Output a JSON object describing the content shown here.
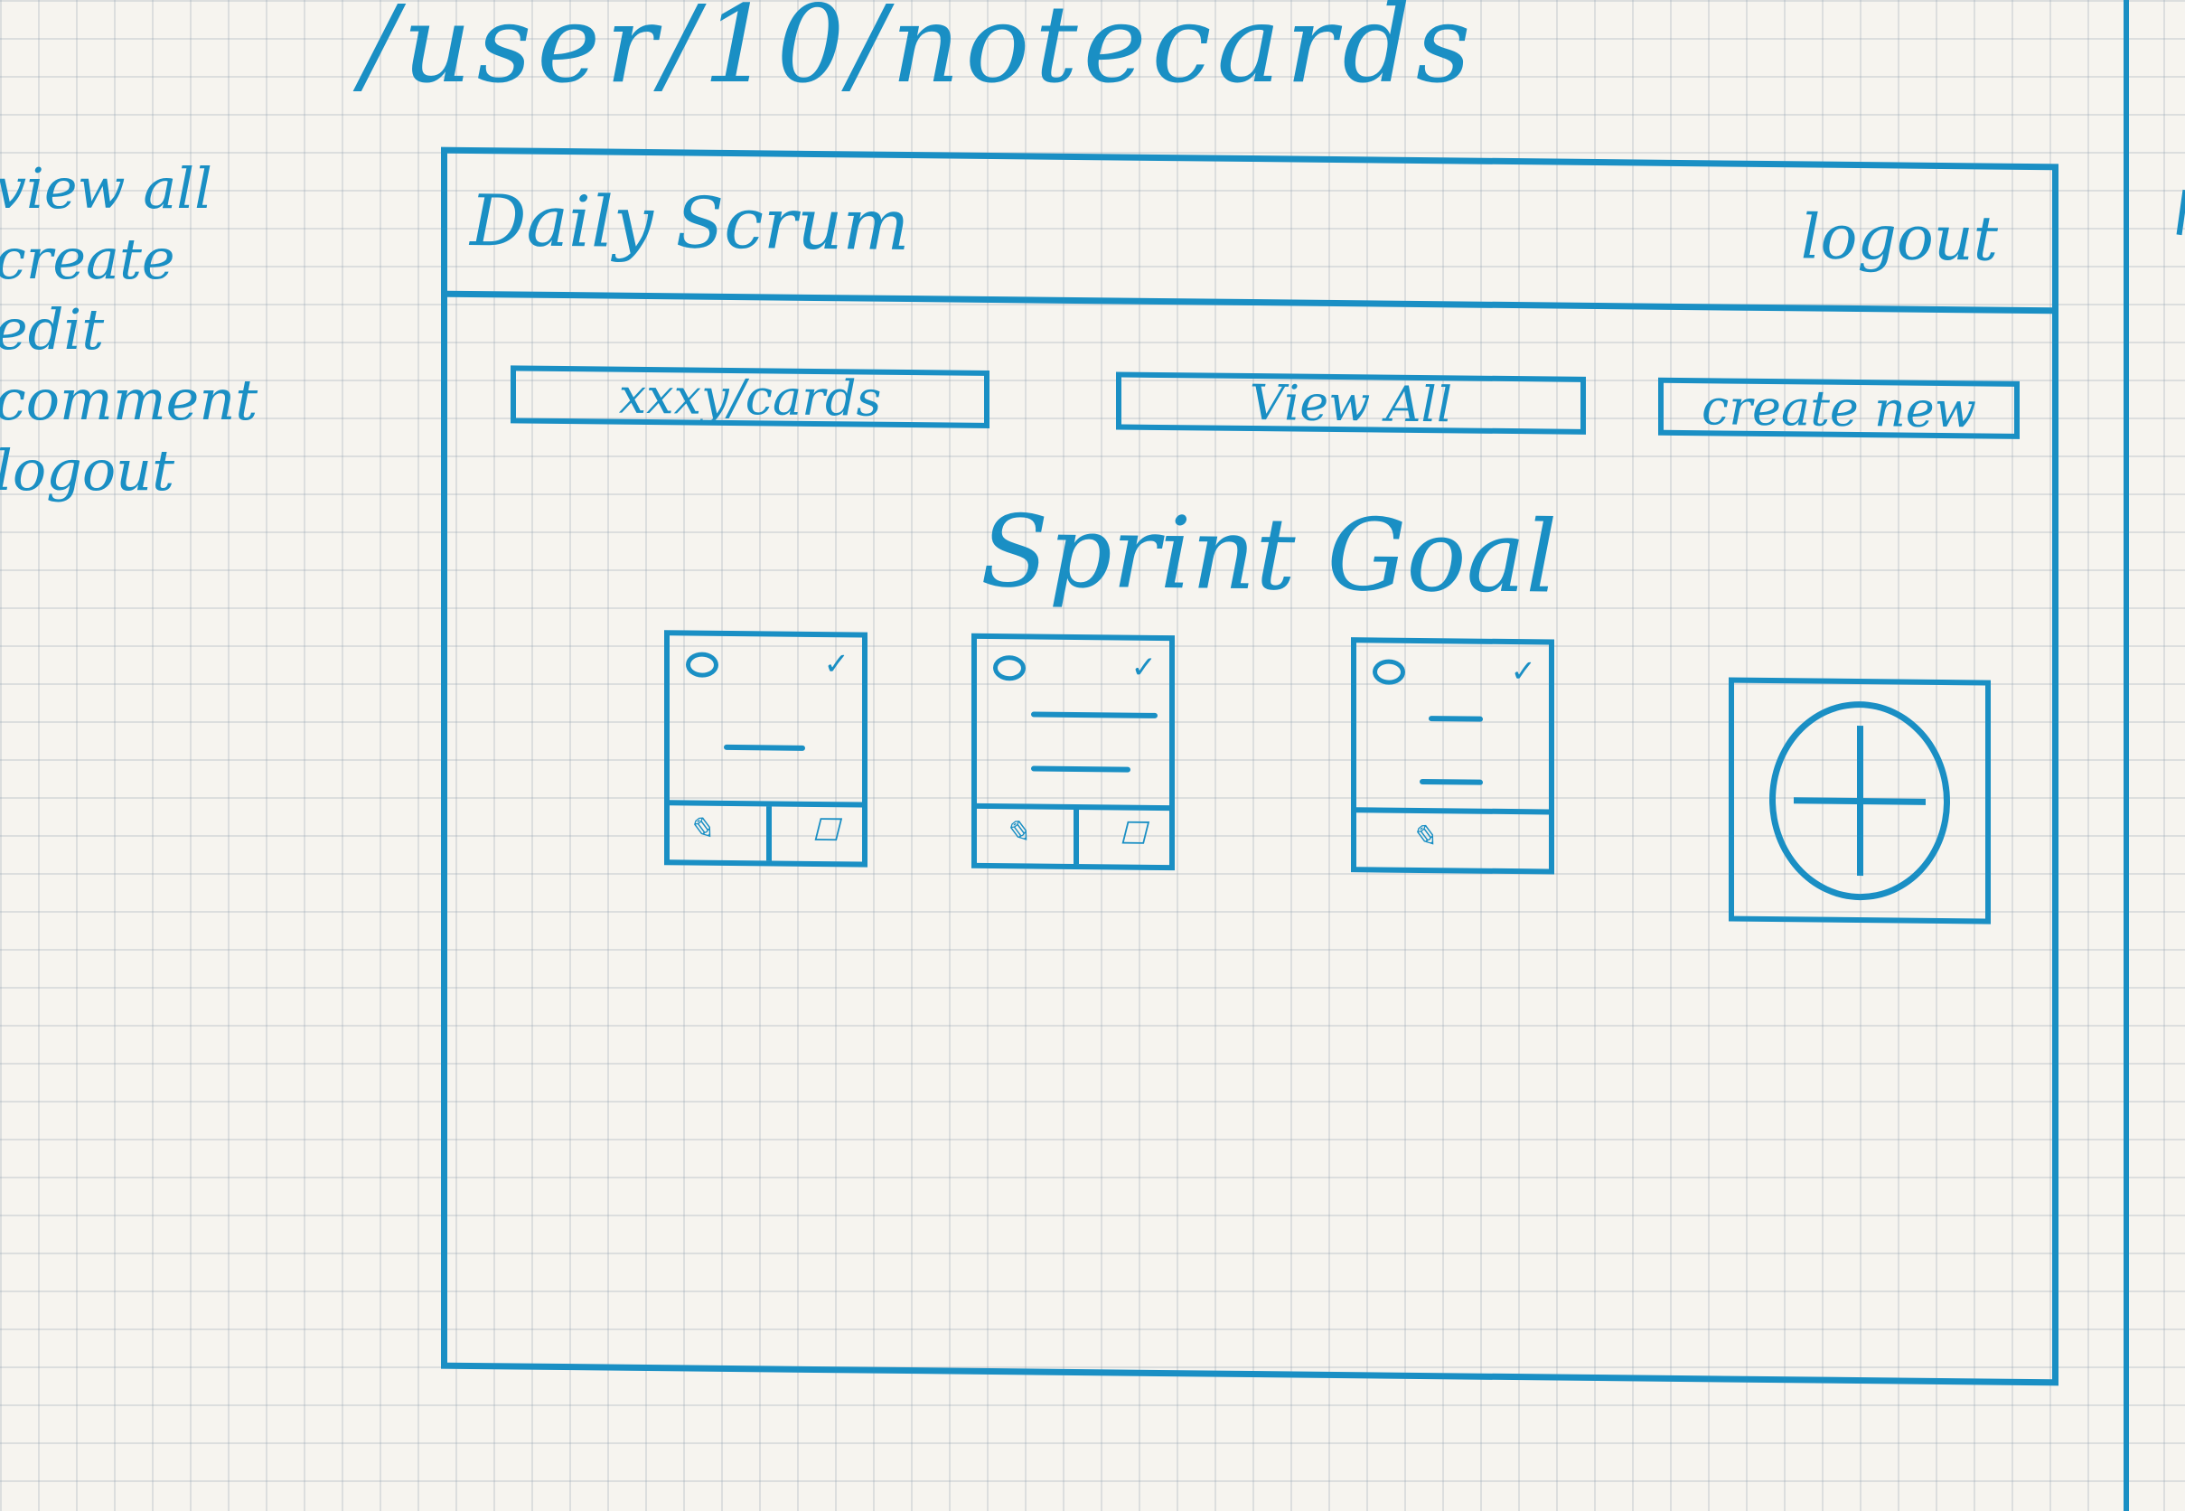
{
  "page": {
    "route": "/user/10/notecards"
  },
  "notes": {
    "items": [
      "view all",
      "create",
      "edit",
      "comment",
      "logout"
    ]
  },
  "app": {
    "title": "Daily Scrum",
    "logout_label": "logout"
  },
  "nav": {
    "my_cards_label": "xxxy/cards",
    "view_all_label": "View All",
    "create_new_label": "create new"
  },
  "main": {
    "heading": "Sprint Goal"
  },
  "colors": {
    "ink": "#1a8fc4",
    "paper": "#f6f4ef"
  }
}
